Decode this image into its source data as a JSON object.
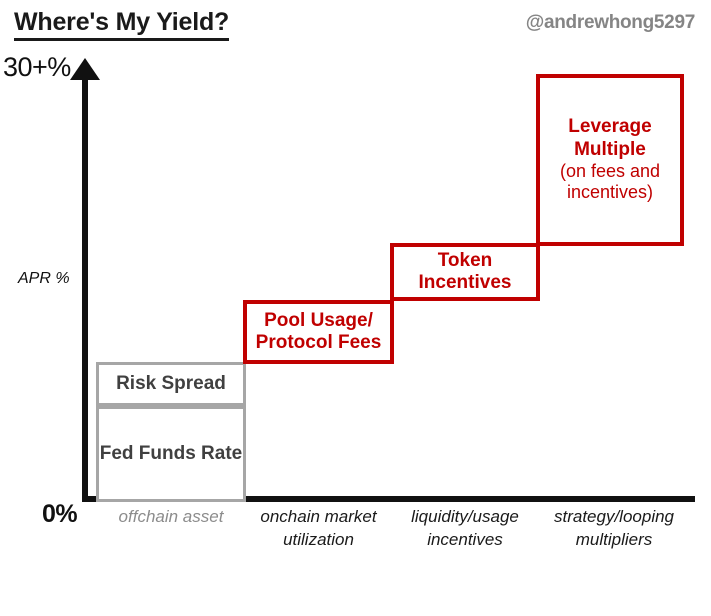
{
  "header": {
    "title": "Where's My Yield?",
    "handle": "@andrewhong5297"
  },
  "axes": {
    "y_top_label": "30+%",
    "y_mid_label": "APR %",
    "y_bottom_label": "0%"
  },
  "boxes": {
    "risk_spread": "Risk Spread",
    "fed_funds": "Fed Funds Rate",
    "pool_fees_line1": "Pool Usage/",
    "pool_fees_line2": "Protocol Fees",
    "token_line1": "Token",
    "token_line2": "Incentives",
    "leverage_line1": "Leverage",
    "leverage_line2": "Multiple",
    "leverage_line3": "(on fees and",
    "leverage_line4": "incentives)"
  },
  "x_labels": [
    {
      "line1": "offchain asset",
      "line2": ""
    },
    {
      "line1": "onchain market",
      "line2": "utilization"
    },
    {
      "line1": "liquidity/usage",
      "line2": "incentives"
    },
    {
      "line1": "strategy/looping",
      "line2": "multipliers"
    }
  ],
  "colors": {
    "red": "#c00000",
    "gray": "#a6a6a6",
    "muted_text": "#8c8c8c",
    "axis": "#111111"
  },
  "chart_data": {
    "type": "bar",
    "title": "Where's My Yield?",
    "xlabel": "",
    "ylabel": "APR %",
    "ylim": [
      0,
      30
    ],
    "ytick_labels": [
      "0%",
      "APR %",
      "30+%"
    ],
    "grid": false,
    "legend": null,
    "categories": [
      "offchain asset",
      "onchain market utilization",
      "liquidity/usage incentives",
      "strategy/looping multipliers"
    ],
    "series": [
      {
        "name": "Fed Funds Rate",
        "values": [
          6,
          0,
          0,
          0
        ],
        "color": "#a6a6a6"
      },
      {
        "name": "Risk Spread",
        "values": [
          3,
          0,
          0,
          0
        ],
        "color": "#a6a6a6"
      },
      {
        "name": "Pool Usage/Protocol Fees",
        "values": [
          0,
          13,
          0,
          0
        ],
        "color": "#c00000"
      },
      {
        "name": "Token Incentives",
        "values": [
          0,
          0,
          17,
          0
        ],
        "color": "#c00000"
      },
      {
        "name": "Leverage Multiple (on fees and incentives)",
        "values": [
          0,
          0,
          0,
          30
        ],
        "color": "#c00000"
      }
    ],
    "cumulative_tops": [
      9,
      13,
      17,
      30
    ],
    "annotations": [
      "Risk Spread",
      "Fed Funds Rate",
      "Pool Usage/ Protocol Fees",
      "Token Incentives",
      "Leverage Multiple (on fees and incentives)"
    ]
  }
}
